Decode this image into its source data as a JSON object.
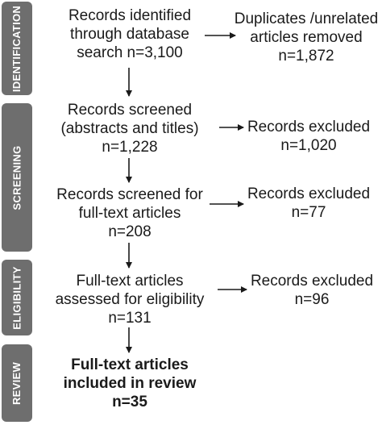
{
  "stages": [
    {
      "id": "identification",
      "label": "IDENTIFICATION"
    },
    {
      "id": "screening",
      "label": "SCREENING"
    },
    {
      "id": "eligibility",
      "label": "ELIGIBILITY"
    },
    {
      "id": "review",
      "label": "REVIEW"
    }
  ],
  "main_boxes": [
    {
      "id": "identified",
      "lines": [
        "Records identified",
        "through database",
        "search n=3,100"
      ]
    },
    {
      "id": "screened",
      "lines": [
        "Records screened",
        "(abstracts and titles)",
        "n=1,228"
      ]
    },
    {
      "id": "fulltext_screened",
      "lines": [
        "Records screened for",
        "full-text articles",
        "n=208"
      ]
    },
    {
      "id": "assessed",
      "lines": [
        "Full-text articles",
        "assessed for eligibility",
        "n=131"
      ]
    },
    {
      "id": "included",
      "lines": [
        "Full-text articles",
        "included in review",
        "n=35"
      ]
    }
  ],
  "side_boxes": [
    {
      "id": "duplicates",
      "lines": [
        "Duplicates /unrelated",
        "articles removed",
        "n=1,872"
      ]
    },
    {
      "id": "excluded_1",
      "lines": [
        "Records excluded",
        "n=1,020"
      ]
    },
    {
      "id": "excluded_2",
      "lines": [
        "Records excluded",
        "n=77"
      ]
    },
    {
      "id": "excluded_3",
      "lines": [
        "Records excluded",
        "n=96"
      ]
    }
  ]
}
